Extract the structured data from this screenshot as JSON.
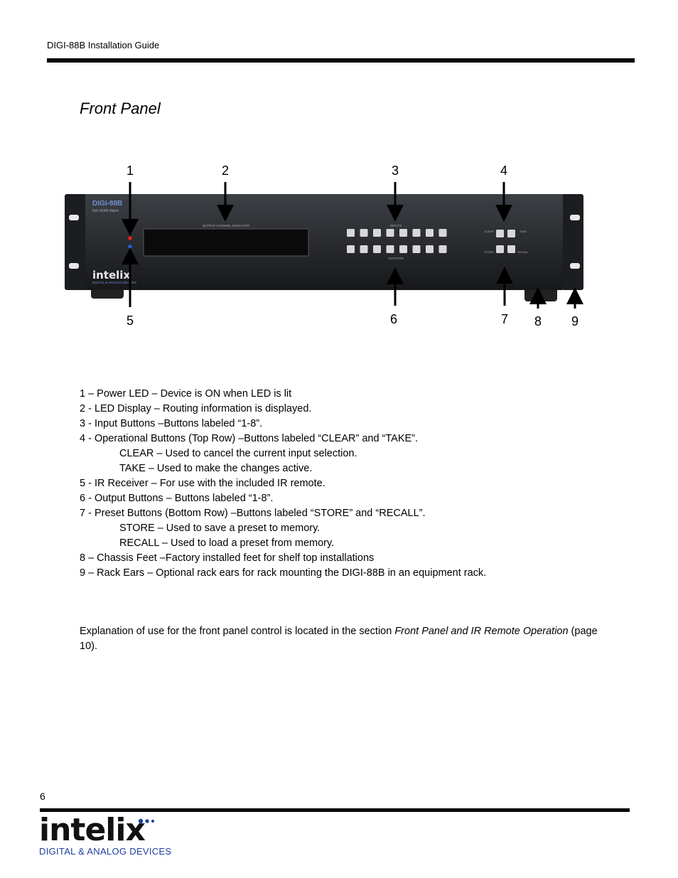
{
  "header": {
    "text": "DIGI-88B Installation Guide"
  },
  "section_title": "Front Panel",
  "figure": {
    "callouts": [
      "1",
      "2",
      "3",
      "4",
      "5",
      "6",
      "7",
      "8",
      "9"
    ],
    "device_model": "DIGI-88B",
    "device_subtitle": "8x8 HDMI Matrix",
    "output_indicator_label": "OUTPUT CHANNEL INDICATOR",
    "inputs_label": "INPUTS",
    "outputs_label": "OUTPUTS",
    "clear_label": "CLEAR",
    "take_label": "TAKE",
    "store_label": "STORE",
    "recall_label": "RECALL",
    "brand": "intelix",
    "brand_sub": "DIGITAL & ANALOG DEVICES"
  },
  "items": [
    "1 – Power LED – Device is ON when LED is lit",
    "2 - LED Display – Routing information is displayed.",
    "3 - Input Buttons –Buttons labeled “1-8”.",
    "4 - Operational Buttons (Top Row) –Buttons labeled “CLEAR” and “TAKE”.",
    "CLEAR – Used to cancel the current input selection.",
    "TAKE – Used to make the changes active.",
    "5 - IR Receiver – For use with the included IR remote.",
    "6 - Output Buttons – Buttons labeled “1-8”.",
    "7 - Preset Buttons (Bottom Row) –Buttons labeled “STORE” and “RECALL”.",
    "STORE – Used to save a preset to memory.",
    "RECALL – Used to load a preset from memory.",
    "8 – Chassis Feet –Factory installed feet for shelf top installations",
    "9 – Rack Ears – Optional rack ears for rack mounting the DIGI-88B in an equipment rack."
  ],
  "explanation": {
    "text_before": "Explanation of use for the front panel control is located in the section ",
    "italic": "Front Panel and IR Remote Operation",
    "text_after": " (page 10)."
  },
  "footer": {
    "page_number": "6",
    "logo_word": "intelix",
    "logo_sub": "DIGITAL & ANALOG DEVICES"
  }
}
